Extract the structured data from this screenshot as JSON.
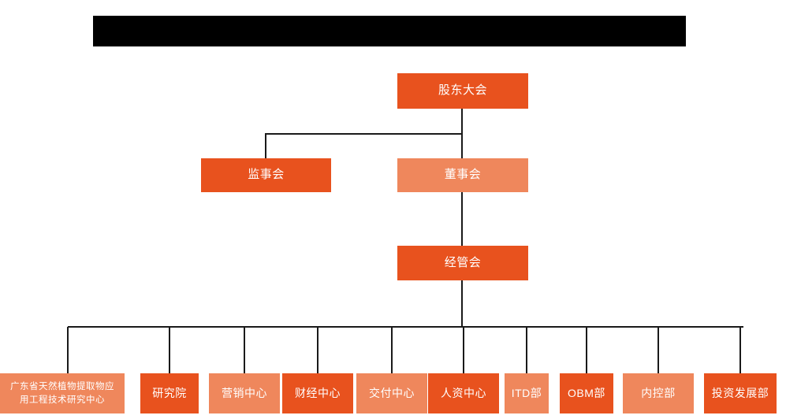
{
  "page": {
    "title": "组织架构图",
    "background_color": "#FFFFFF"
  },
  "redaction": {
    "name": "redacted-title-bar",
    "color": "#000000",
    "text": ""
  },
  "palette": {
    "dark_orange": "#E8521E",
    "light_orange": "#EF875C",
    "connector": "#1A1A1A",
    "text": "#FFFFFF"
  },
  "chart_data": {
    "type": "diagram",
    "subtype": "org-chart",
    "orientation": "top-down",
    "levels": 4,
    "nodes": [
      {
        "id": "shareholders",
        "label": "股东大会",
        "level": 1,
        "color": "#E8521E"
      },
      {
        "id": "supervisory",
        "label": "监事会",
        "level": 2,
        "color": "#E8521E"
      },
      {
        "id": "board",
        "label": "董事会",
        "level": 2,
        "color": "#EF875C"
      },
      {
        "id": "management",
        "label": "经管会",
        "level": 3,
        "color": "#E8521E"
      },
      {
        "id": "gd-center",
        "label": "广东省天然植物提取物应用工程技术研究中心",
        "label_line_1": "广东省天然植物提取物应",
        "label_line_2": "用工程技术研究中心",
        "level": 4,
        "color": "#EF875C"
      },
      {
        "id": "research",
        "label": "研究院",
        "level": 4,
        "color": "#E8521E"
      },
      {
        "id": "marketing",
        "label": "营销中心",
        "level": 4,
        "color": "#EF875C"
      },
      {
        "id": "finance",
        "label": "财经中心",
        "level": 4,
        "color": "#E8521E"
      },
      {
        "id": "delivery",
        "label": "交付中心",
        "level": 4,
        "color": "#EF875C"
      },
      {
        "id": "hr",
        "label": "人资中心",
        "level": 4,
        "color": "#E8521E"
      },
      {
        "id": "itd",
        "label": "ITD部",
        "level": 4,
        "color": "#EF875C"
      },
      {
        "id": "obm",
        "label": "OBM部",
        "level": 4,
        "color": "#E8521E"
      },
      {
        "id": "internal",
        "label": "内控部",
        "level": 4,
        "color": "#EF875C"
      },
      {
        "id": "investment",
        "label": "投资发展部",
        "level": 4,
        "color": "#E8521E"
      }
    ],
    "edges": [
      {
        "from": "shareholders",
        "to": "supervisory"
      },
      {
        "from": "shareholders",
        "to": "board"
      },
      {
        "from": "board",
        "to": "management"
      },
      {
        "from": "management",
        "to": "gd-center"
      },
      {
        "from": "management",
        "to": "research"
      },
      {
        "from": "management",
        "to": "marketing"
      },
      {
        "from": "management",
        "to": "finance"
      },
      {
        "from": "management",
        "to": "delivery"
      },
      {
        "from": "management",
        "to": "hr"
      },
      {
        "from": "management",
        "to": "itd"
      },
      {
        "from": "management",
        "to": "obm"
      },
      {
        "from": "management",
        "to": "internal"
      },
      {
        "from": "management",
        "to": "investment"
      }
    ]
  },
  "nodes": {
    "shareholders": {
      "label": "股东大会"
    },
    "supervisory": {
      "label": "监事会"
    },
    "board": {
      "label": "董事会"
    },
    "management": {
      "label": "经管会"
    },
    "gd_center": {
      "line1": "广东省天然植物提取物应",
      "line2": "用工程技术研究中心"
    },
    "research": {
      "label": "研究院"
    },
    "marketing": {
      "label": "营销中心"
    },
    "finance": {
      "label": "财经中心"
    },
    "delivery": {
      "label": "交付中心"
    },
    "hr": {
      "label": "人资中心"
    },
    "itd": {
      "label": "ITD部"
    },
    "obm": {
      "label": "OBM部"
    },
    "internal": {
      "label": "内控部"
    },
    "investment": {
      "label": "投资发展部"
    }
  }
}
